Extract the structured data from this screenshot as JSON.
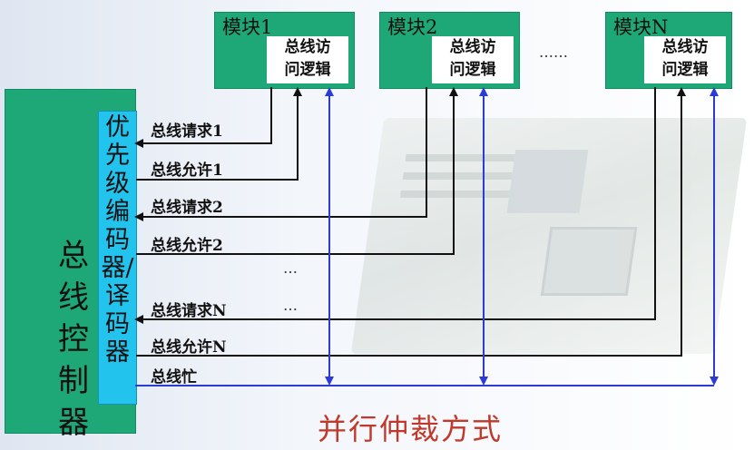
{
  "controller": {
    "label": "总线控制器"
  },
  "encoder": {
    "label": "优先级编码器/译码器"
  },
  "modules": [
    {
      "title": "模块1",
      "logic": [
        "总线访",
        "问逻辑"
      ]
    },
    {
      "title": "模块2",
      "logic": [
        "总线访",
        "问逻辑"
      ]
    },
    {
      "title": "模块N",
      "logic": [
        "总线访",
        "问逻辑"
      ]
    }
  ],
  "module_gap": "……",
  "signals": {
    "req1": "总线请求1",
    "grant1": "总线允许1",
    "req2": "总线请求2",
    "grant2": "总线允许2",
    "reqN": "总线请求N",
    "grantN": "总线允许N",
    "busy": "总线忙"
  },
  "ellipsis": "…",
  "caption": "并行仲裁方式",
  "colors": {
    "module_fill": "#1fa877",
    "encoder_fill": "#22c4ee",
    "busy_line": "#2b3bd6",
    "caption": "#c0392b"
  }
}
